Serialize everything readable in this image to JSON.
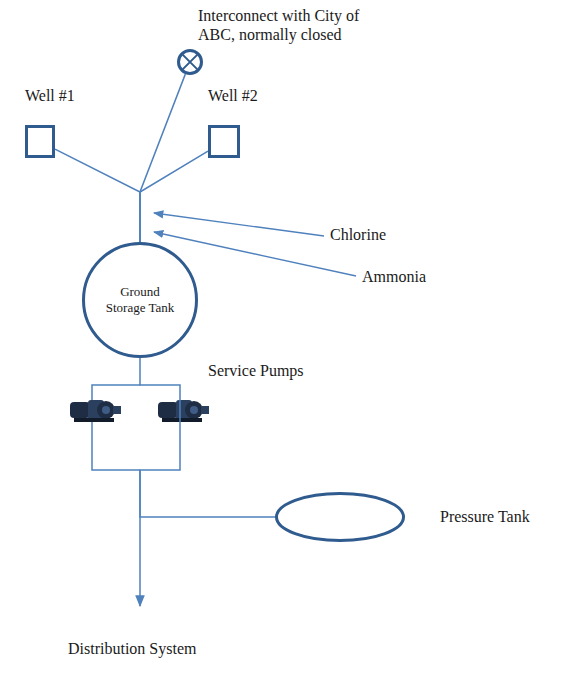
{
  "diagram": {
    "nodes": [
      {
        "text": [
          "Interconnect with City of ABC, normally closed"
        ]
      },
      {
        "text": [
          "Well #1"
        ]
      },
      {
        "text": [
          "Well #2"
        ]
      },
      {
        "text": [
          "Ground Storage Tank"
        ]
      },
      {
        "text": [
          "Pressure Tank"
        ]
      }
    ],
    "edges": [
      {
        "from": 1,
        "to": 3,
        "arrow": "none"
      },
      {
        "from": 2,
        "to": 3,
        "arrow": "none"
      },
      {
        "from": 0,
        "to": 3,
        "arrow": "none"
      },
      {
        "from": 3,
        "to": 4,
        "arrow": "none"
      }
    ],
    "labels": [
      "Chlorine",
      "Ammonia",
      "Service Pumps",
      "Distribution System"
    ]
  }
}
